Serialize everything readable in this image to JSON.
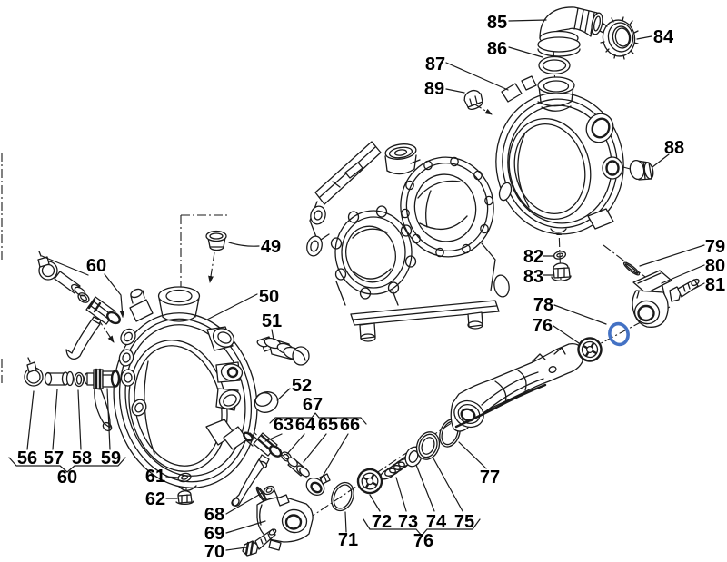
{
  "figure": {
    "type": "exploded-parts-diagram",
    "background": "#ffffff",
    "line_color": "#1a1a1a",
    "highlight_color": "#4472c4",
    "highlighted_part": "78"
  },
  "labels": {
    "l49": "49",
    "l50": "50",
    "l51": "51",
    "l52": "52",
    "l56": "56",
    "l57": "57",
    "l58": "58",
    "l59": "59",
    "l60_top": "60",
    "l60_bottom": "60",
    "l61": "61",
    "l62": "62",
    "l63": "63",
    "l64": "64",
    "l65": "65",
    "l66": "66",
    "l67": "67",
    "l68": "68",
    "l69": "69",
    "l70": "70",
    "l71": "71",
    "l72": "72",
    "l73": "73",
    "l74": "74",
    "l75": "75",
    "l76_bottom": "76",
    "l76_right": "76",
    "l77": "77",
    "l78": "78",
    "l79": "79",
    "l80": "80",
    "l81": "81",
    "l82": "82",
    "l83": "83",
    "l84": "84",
    "l85": "85",
    "l86": "86",
    "l87": "87",
    "l88": "88",
    "l89": "89"
  }
}
